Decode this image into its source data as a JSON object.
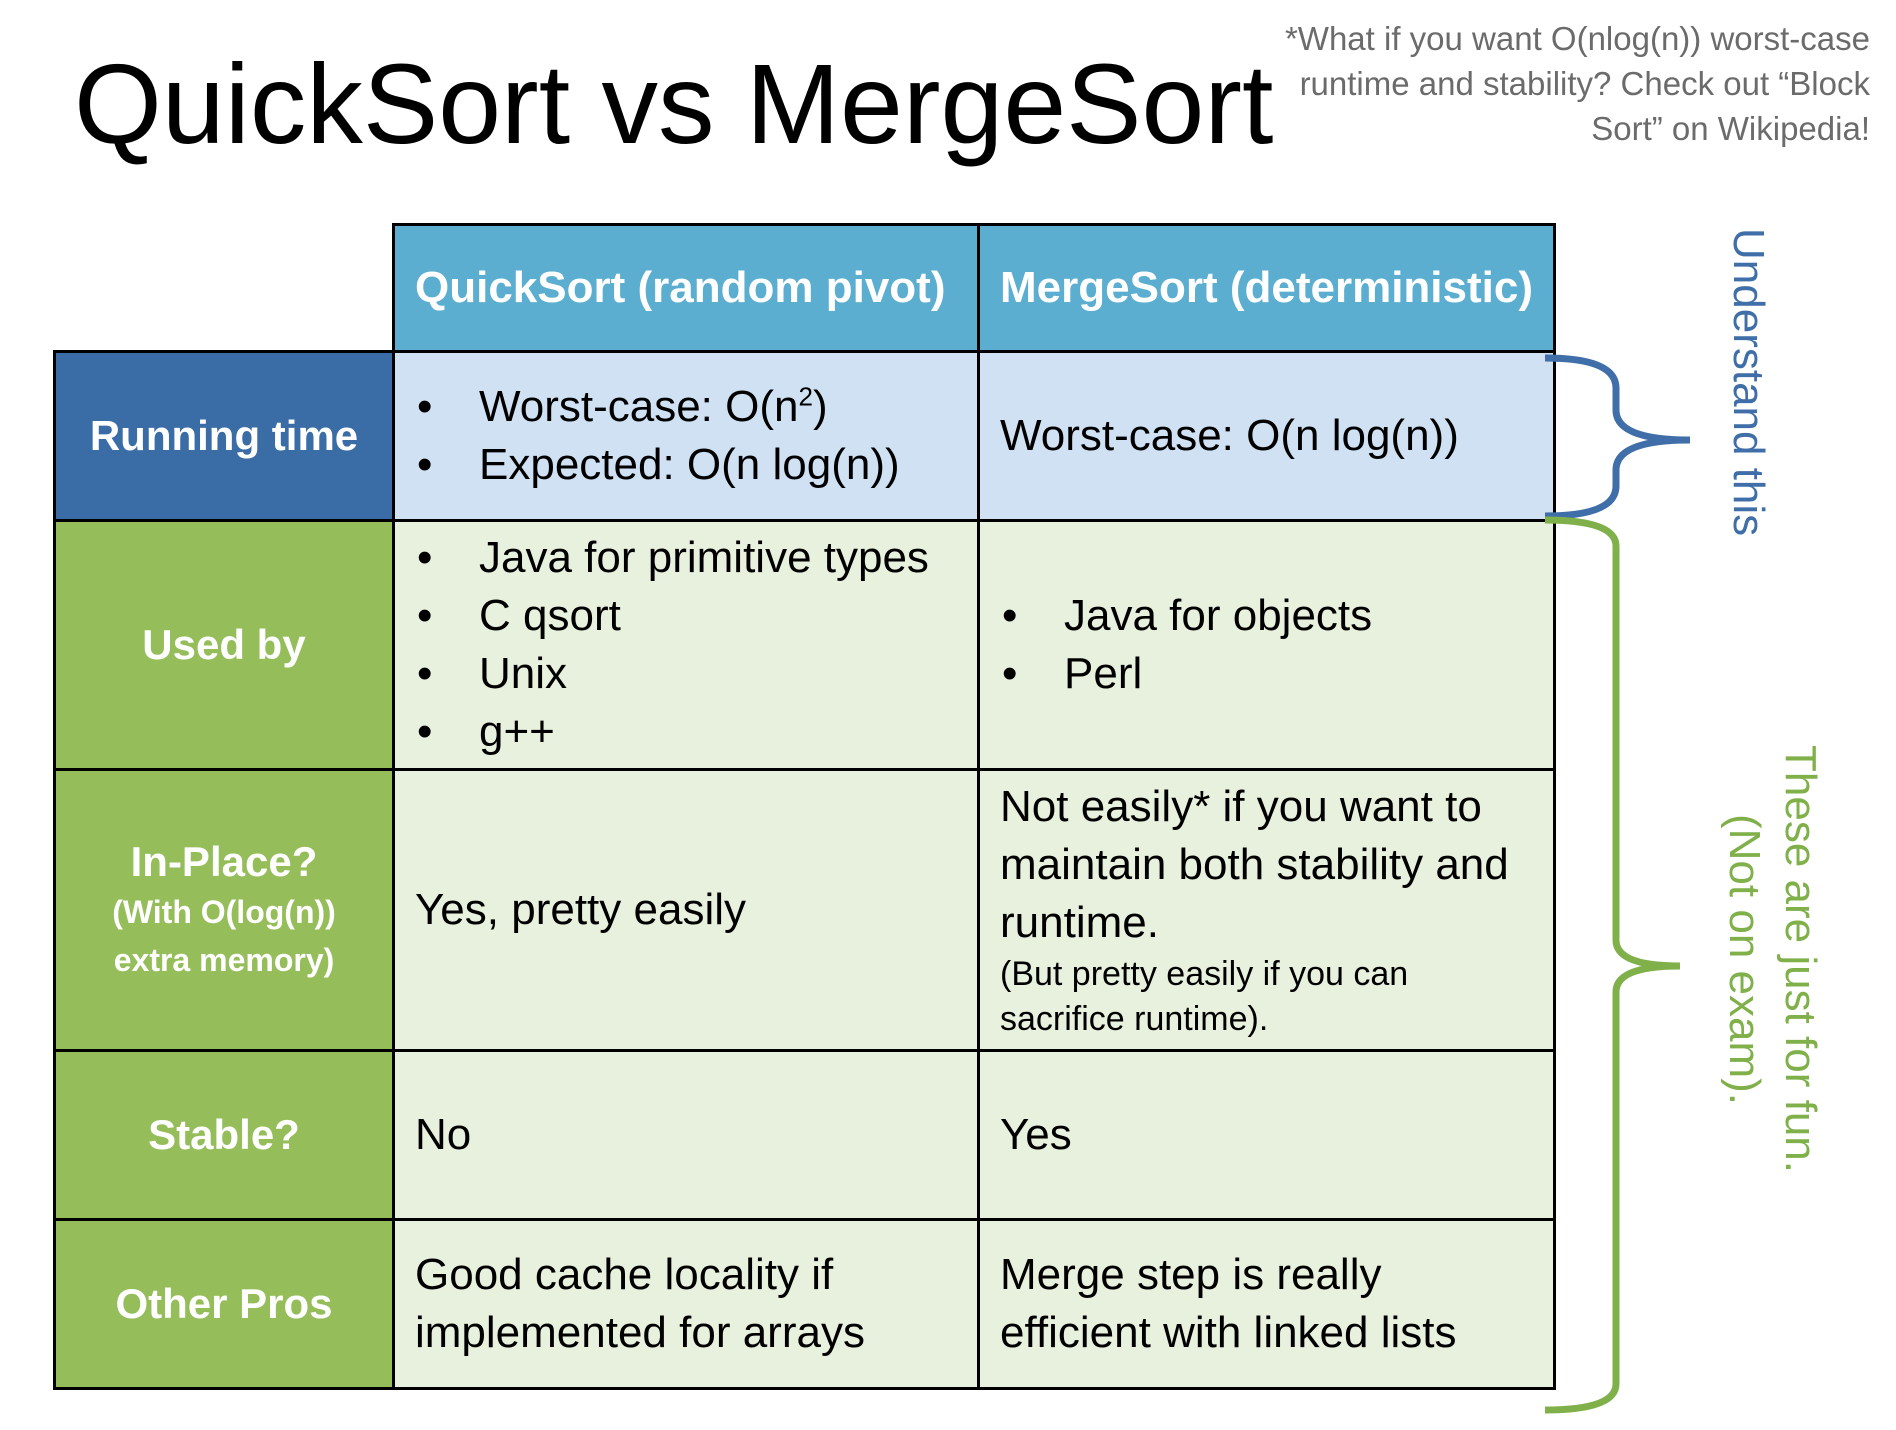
{
  "title": "QuickSort vs MergeSort",
  "footnote": "*What if you want O(nlog(n)) worst-case runtime and stability?  Check out “Block Sort” on Wikipedia!",
  "table": {
    "headers": [
      "QuickSort (random pivot)",
      "MergeSort (deterministic)"
    ],
    "rows": {
      "running_time": {
        "label": "Running time",
        "quick": {
          "bullet1_prefix": "Worst-case: O(n",
          "bullet1_sup": "2",
          "bullet1_suffix": ")",
          "bullet2": "Expected: O(n log(n))"
        },
        "merge": "Worst-case: O(n log(n))"
      },
      "used_by": {
        "label": "Used by",
        "quick": [
          "Java for primitive types",
          "C qsort",
          "Unix",
          "g++"
        ],
        "merge": [
          "Java for objects",
          "Perl"
        ]
      },
      "in_place": {
        "label": "In-Place?",
        "sublabel_line1": "(With O(log(n))",
        "sublabel_line2": "extra memory)",
        "quick": "Yes, pretty easily",
        "merge_main": "Not easily* if you want to maintain both stability and runtime.",
        "merge_note": "(But pretty easily if you can sacrifice runtime)."
      },
      "stable": {
        "label": "Stable?",
        "quick": "No",
        "merge": "Yes"
      },
      "other_pros": {
        "label": "Other Pros",
        "quick": "Good cache locality if implemented for arrays",
        "merge": "Merge step is really efficient with linked lists"
      }
    }
  },
  "side_labels": {
    "understand": "Understand this",
    "fun_line1": "These are just for fun.",
    "fun_line2": "(Not on exam)."
  },
  "colors": {
    "header_bg": "#5baed0",
    "running_time_label_bg": "#3a6ca6",
    "running_time_cell_bg": "#d0e1f3",
    "green_label_bg": "#95bd5a",
    "green_cell_bg": "#e8f1dd",
    "blue_bracket": "#3f6ea8",
    "green_bracket": "#80b04a",
    "footnote_text": "#6b6b6b"
  }
}
